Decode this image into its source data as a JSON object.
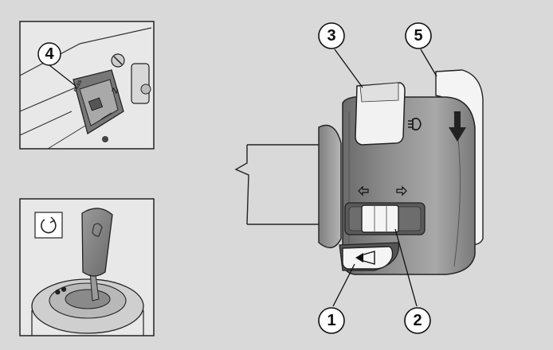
{
  "callouts": [
    {
      "id": "1",
      "label": "1"
    },
    {
      "id": "2",
      "label": "2"
    },
    {
      "id": "3",
      "label": "3"
    },
    {
      "id": "4",
      "label": "4"
    },
    {
      "id": "5",
      "label": "5"
    }
  ],
  "inset_switch": {
    "pass_label": "PASS",
    "z_label": "Z"
  },
  "colors": {
    "background": "#d9d9d9",
    "inset_bg": "#e6e6e6",
    "housing_dark": "#5f5f5f",
    "housing_light": "#9a9a9a"
  },
  "icons": [
    "headlight-icon",
    "turn-left-arrow-icon",
    "turn-right-arrow-icon",
    "horn-icon",
    "rotate-icon",
    "down-arrow-icon"
  ]
}
